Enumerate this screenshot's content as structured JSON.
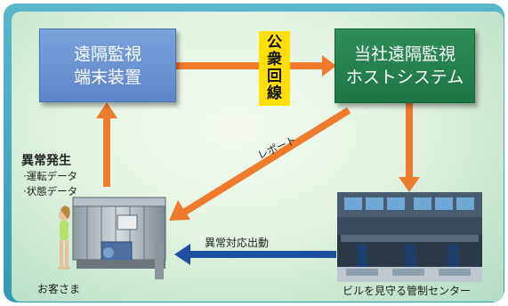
{
  "boxes": {
    "remote_terminal": {
      "line1": "遠隔監視",
      "line2": "端末装置"
    },
    "host_system": {
      "line1": "当社遠隔監視",
      "line2": "ホストシステム"
    }
  },
  "public_line": {
    "chars": [
      "公",
      "衆",
      "回",
      "線"
    ]
  },
  "labels": {
    "event_title": "異常発生",
    "event_sub1": "·運転データ",
    "event_sub2": "·状態データ",
    "report": "レポート",
    "dispatch": "異常対応出動",
    "customer": "お客さま",
    "control_center": "ビルを見守る管制センター"
  },
  "colors": {
    "arrow_orange": "#ef7b2e",
    "arrow_blue": "#1f4fa0",
    "box_blue": "#6894d2",
    "box_green": "#238050",
    "label_yellow": "#ffe000",
    "frame_teal": "#3aa3b9"
  }
}
